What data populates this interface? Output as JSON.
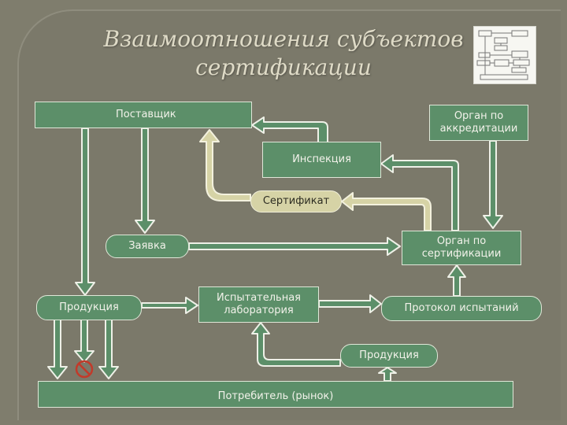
{
  "slide": {
    "title_line1": "Взаимоотношения субъектов",
    "title_line2": "сертификации"
  },
  "diagram": {
    "nodes": {
      "supplier": "Поставщик",
      "accreditation_body": "Орган по аккредитации",
      "inspection": "Инспекция",
      "certificate": "Сертификат",
      "application": "Заявка",
      "certification_body": "Орган по сертификации",
      "products": "Продукция",
      "testing_lab": "Испытательная лаборатория",
      "test_report": "Протокол испытаний",
      "products_sample": "Продукция",
      "consumer": "Потребитель (рынок)"
    }
  },
  "colors": {
    "background": "#7f7d6d",
    "box_fill": "#5c8f69",
    "box_border": "#dfe7d8",
    "certificate_fill": "#d6d3a6",
    "title_text": "#dfdbc7",
    "prohibited": "#c23a2a"
  },
  "icons": [
    "prohibited-sign-icon"
  ]
}
